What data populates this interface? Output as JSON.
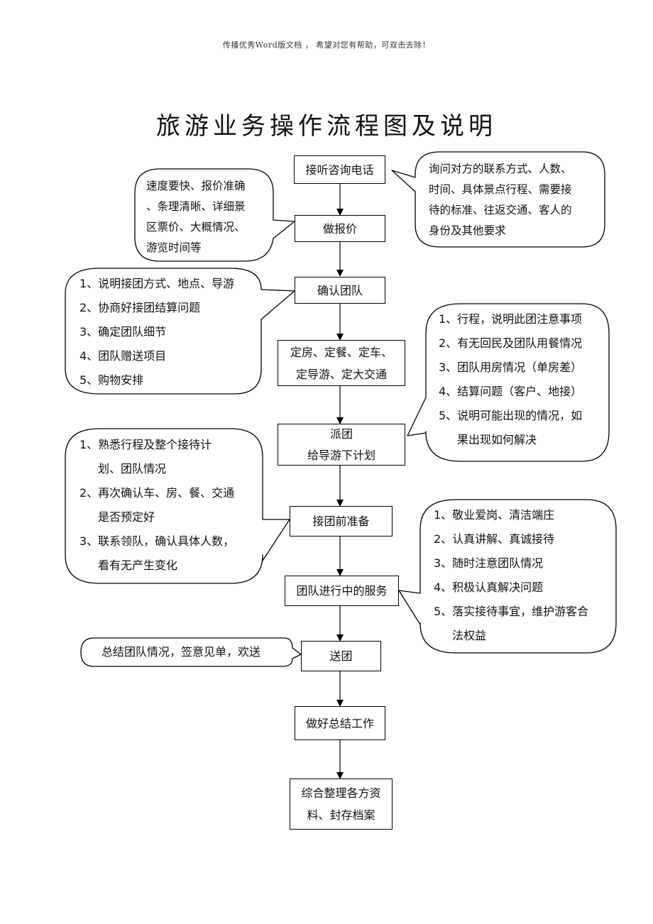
{
  "header": "传播优秀Word版文档 ， 希望对您有帮助，可双击去除！",
  "title": "旅游业务操作流程图及说明",
  "steps": [
    {
      "id": "consult",
      "lines": [
        "接听咨询电话"
      ]
    },
    {
      "id": "quote",
      "lines": [
        "做报价"
      ]
    },
    {
      "id": "confirm",
      "lines": [
        "确认团队"
      ]
    },
    {
      "id": "booking",
      "lines": [
        "定房、定餐、定车、",
        "定导游、定大交通"
      ]
    },
    {
      "id": "dispatch",
      "lines": [
        "派团",
        "给导游下计划"
      ]
    },
    {
      "id": "prepare",
      "lines": [
        "接团前准备"
      ]
    },
    {
      "id": "service",
      "lines": [
        "团队进行中的服务"
      ]
    },
    {
      "id": "send",
      "lines": [
        "送团"
      ]
    },
    {
      "id": "summary",
      "lines": [
        "做好总结工作"
      ]
    },
    {
      "id": "archive",
      "lines": [
        "综合整理各方资",
        "料、封存档案"
      ]
    }
  ],
  "notes": {
    "consult": [
      "询问对方的联系方式、人数、",
      "时间、具体景点行程、需要接",
      "待的标准、往返交通、客人的",
      "身份及其他要求"
    ],
    "quote": [
      "速度要快、报价准确",
      "、条理清晰、详细景",
      "区票价、大概情况、",
      "游览时间等"
    ],
    "confirm": [
      "1、说明接团方式、地点、导游",
      "2、协商好接团结算问题",
      "3、确定团队细节",
      "4、团队赠送项目",
      "5、购物安排"
    ],
    "dispatch": [
      "1、行程，说明此团注意事项",
      "2、有无回民及团队用餐情况",
      "3、团队用房情况（单房差）",
      "4、结算问题（客户、地接）",
      "5、说明可能出现的情况，如",
      "果出现如何解决"
    ],
    "prepare": [
      "1、熟悉行程及整个接待计",
      "划、团队情况",
      "2、再次确认车、房、餐、交通",
      "是否预定好",
      "3、联系领队，确认具体人数，",
      "看有无产生变化"
    ],
    "service": [
      "1、敬业爱岗、清洁端庄",
      "2、认真讲解、真诚接待",
      "3、随时注意团队情况",
      "4、积极认真解决问题",
      "5、落实接待事宜，维护游客合",
      "法权益"
    ],
    "send": [
      "总结团队情况，签意见单，欢送"
    ]
  }
}
